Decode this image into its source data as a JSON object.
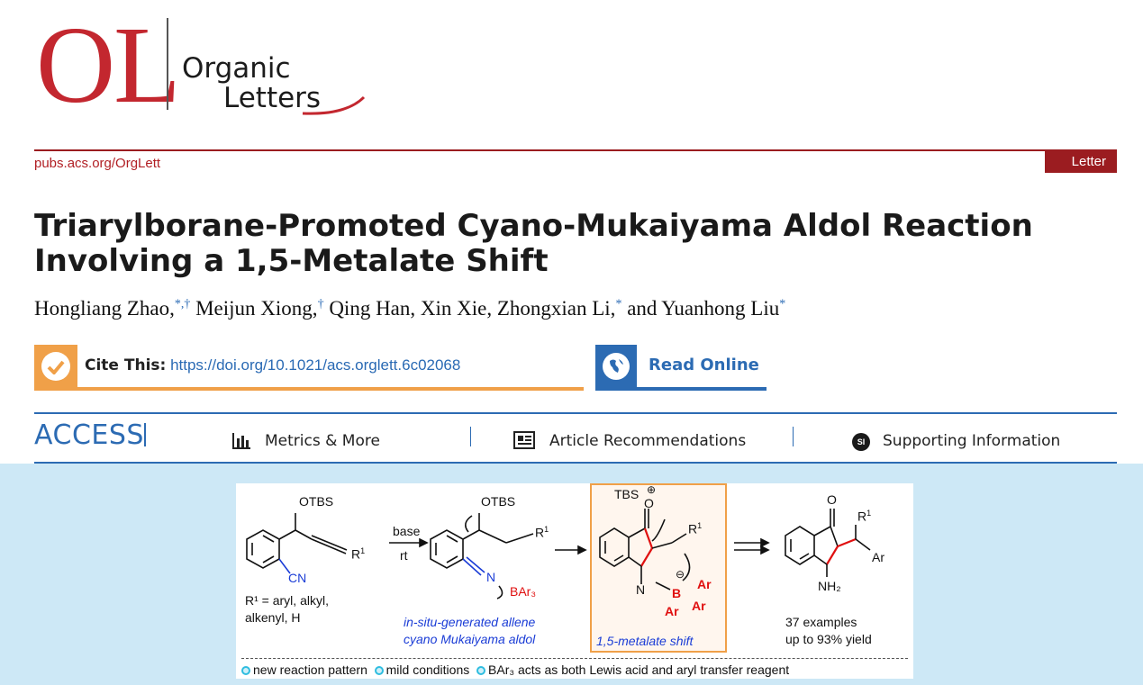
{
  "header": {
    "logo_letters": "OL",
    "journal_line1": "Organic",
    "journal_line2": "Letters",
    "url": "pubs.acs.org/OrgLett",
    "article_type": "Letter"
  },
  "article": {
    "title_line1": "Triarylborane-Promoted Cyano-Mukaiyama Aldol Reaction",
    "title_line2": "Involving a 1,5-Metalate Shift",
    "authors": [
      {
        "name": "Hongliang Zhao,",
        "mark": "*,†"
      },
      {
        "name": "Meijun Xiong,",
        "mark": "†"
      },
      {
        "name": "Qing Han, Xin Xie, Zhongxian Li,",
        "mark": "*"
      },
      {
        "name": "and Yuanhong Liu",
        "mark": "*"
      }
    ]
  },
  "cite": {
    "label": "Cite This:",
    "doi": "https://doi.org/10.1021/acs.orglett.6c02068",
    "read_online": "Read Online"
  },
  "access": {
    "label": "ACCESS",
    "items": [
      "Metrics & More",
      "Article Recommendations",
      "Supporting Information"
    ],
    "si_badge": "SI"
  },
  "toc": {
    "otbs": "OTBS",
    "cn": "CN",
    "r1": "R",
    "sup1": "1",
    "r1_def_line1": "R¹ = aryl, alkyl,",
    "r1_def_line2": "alkenyl, H",
    "base": "base",
    "rt": "rt",
    "n": "N",
    "bar3": "BAr₃",
    "caption_allene_1": "in-situ-generated allene",
    "caption_allene_2": "cyano Mukaiyama aldol",
    "tbs": "TBS",
    "o_plus": "O",
    "plus": "⊕",
    "minus": "⊖",
    "boron": "B",
    "ar": "Ar",
    "caption_shift": "1,5-metalate shift",
    "o": "O",
    "nh2": "NH₂",
    "caption_examples_1": "37 examples",
    "caption_examples_2": "up to 93% yield",
    "bullets": [
      "new reaction pattern",
      "mild conditions",
      "BAr₃ acts as both Lewis acid and aryl transfer reagent"
    ]
  }
}
